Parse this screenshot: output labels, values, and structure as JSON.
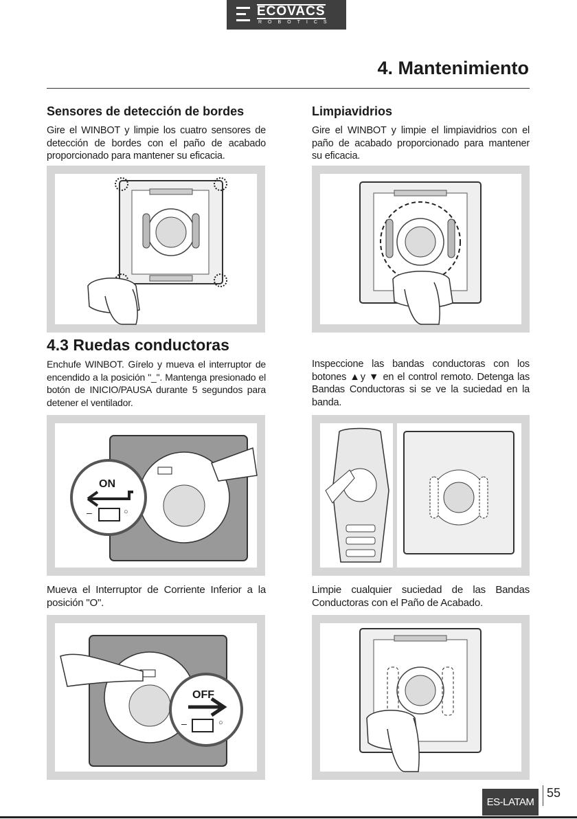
{
  "header": {
    "brand": "ECOVACS",
    "brand_sub": "ROBOTICS",
    "title": "4. Mantenimiento"
  },
  "sections": {
    "sensores": {
      "heading": "Sensores de detección de bordes",
      "text": "Gire el WINBOT y limpie los cuatro sensores de detección de bordes con el paño de acabado proporcionado para mantener su eficacia."
    },
    "limpiavidrios": {
      "heading": "Limpiavidrios",
      "text": "Gire el WINBOT y limpie el limpiavidrios con el paño de acabado proporcionado para mantener su eficacia."
    },
    "ruedas": {
      "heading": "4.3 Ruedas conductoras",
      "text_left": "Enchufe WINBOT. Gírelo y mueva el interruptor de encendido a la posición \"_\". Mantenga presionado el botón de INICIO/PAUSA durante 5 segundos para detener el ventilador.",
      "text_right": "Inspeccione las bandas conductoras con los botones ▲y ▼ en el control remoto. Detenga las Bandas Conductoras si se ve la suciedad en la banda.",
      "text_left2": "Mueva el Interruptor de Corriente Inferior a la posición \"O\".",
      "text_right2": "Limpie cualquier suciedad de las Bandas Conductoras con el Paño de Acabado."
    }
  },
  "figures": {
    "on_label": "ON",
    "off_label": "OFF",
    "switch_minus": "–",
    "switch_circle": "○"
  },
  "footer": {
    "lang": "ES-LATAM",
    "page": "55"
  }
}
